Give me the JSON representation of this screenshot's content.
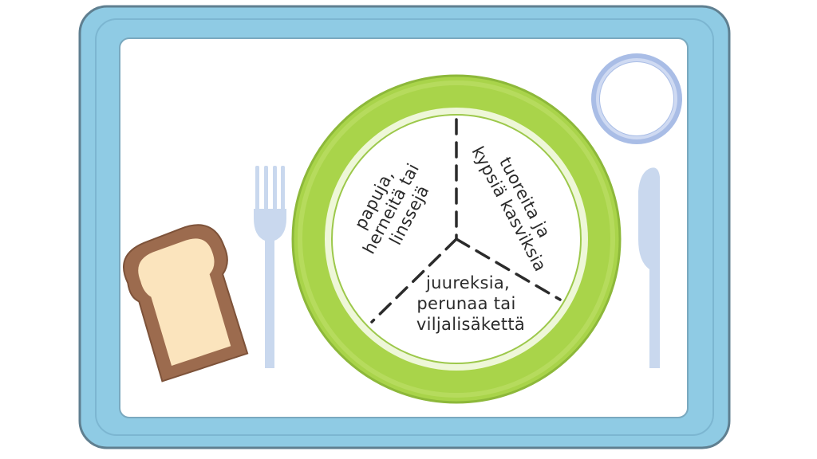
{
  "plate_sections": {
    "legumes": [
      "papuja,",
      "herneitä tai",
      "linssejä"
    ],
    "vegetables": [
      "tuoreita ja",
      "kypsiä kasviksia"
    ],
    "starches": [
      "juureksia,",
      "perunaa tai",
      "viljalisäkettä"
    ]
  },
  "colors": {
    "tray_frame": "#8fcbe4",
    "tray_inner": "#ffffff",
    "plate_rim": "#a9d44a",
    "plate_center": "#ffffff",
    "cutlery": "#c9d8ee",
    "glass_ring": "#a9bde6",
    "bread_crust": "#9c6b4e",
    "bread_inside": "#fbe4bd",
    "divider": "#2b2b2b"
  },
  "icons": [
    "tray-icon",
    "plate-icon",
    "fork-icon",
    "knife-icon",
    "glass-icon",
    "bread-icon"
  ]
}
